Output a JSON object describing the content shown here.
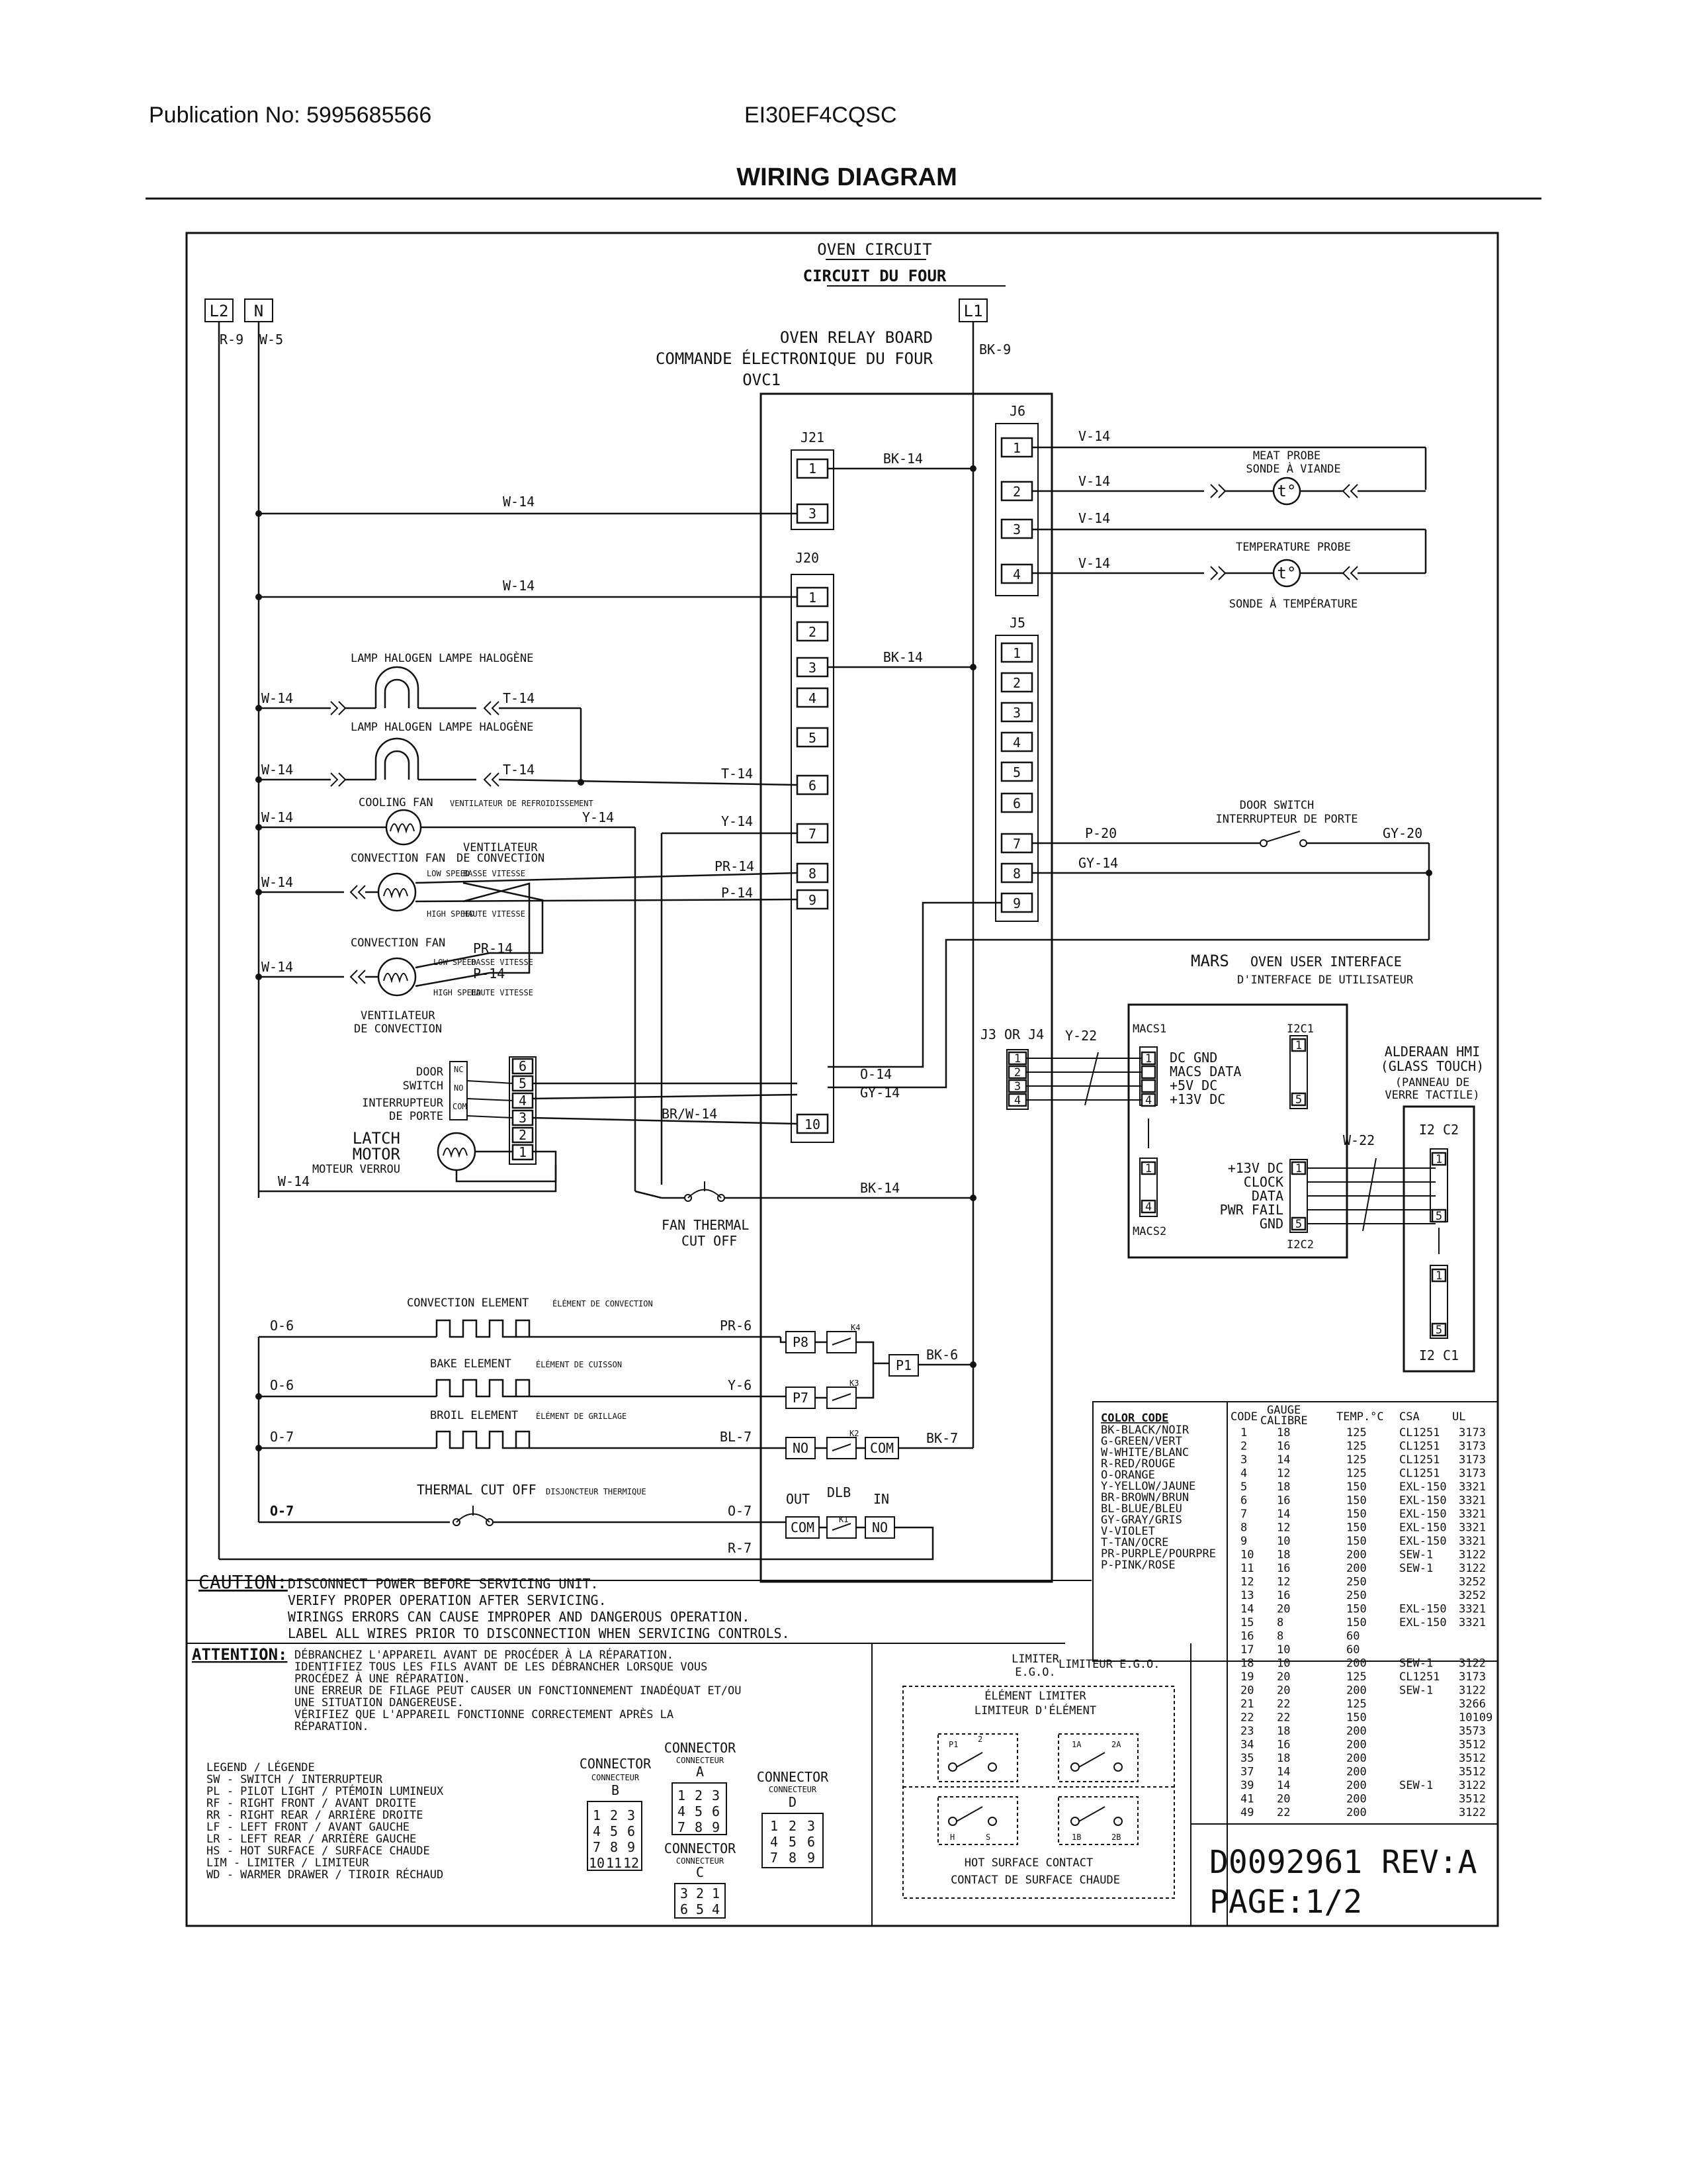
{
  "header": {
    "publication": "Publication No: 5995685566",
    "model": "EI30EF4CQSC",
    "title": "WIRING DIAGRAM"
  },
  "diagram": {
    "circuit_title": "OVEN CIRCUIT",
    "circuit_title_fr": "CIRCUIT DU FOUR",
    "line_l2": "L2",
    "line_n": "N",
    "line_l1": "L1",
    "relay_board": {
      "title": "OVEN RELAY BOARD",
      "title_fr": "COMMANDE ÉLECTRONIQUE DU FOUR",
      "id": "OVC1"
    },
    "connectors": {
      "j21": "J21",
      "j20": "J20",
      "j6": "J6",
      "j5": "J5",
      "j3j4": "J3 OR J4"
    },
    "wires": {
      "r9": "R-9",
      "w5": "W-5",
      "bk9": "BK-9",
      "w14": "W-14",
      "bk14": "BK-14",
      "t14": "T-14",
      "y14": "Y-14",
      "pr14": "PR-14",
      "p14": "P-14",
      "v14": "V-14",
      "p20": "P-20",
      "gy20": "GY-20",
      "gy14": "GY-14",
      "o14": "O-14",
      "brw14": "BR/W-14",
      "y22": "Y-22",
      "w22": "W-22",
      "o6": "O-6",
      "o7": "O-7",
      "pr6": "PR-6",
      "y6": "Y-6",
      "bl7": "BL-7",
      "r7": "R-7",
      "bk6": "BK-6",
      "bk7": "BK-7"
    },
    "components": {
      "meat_probe": "MEAT PROBE",
      "meat_probe_fr": "SONDE À VIANDE",
      "temp_probe": "TEMPERATURE PROBE",
      "temp_probe_fr": "SONDE À TEMPÉRATURE",
      "lamp": "LAMP HALOGEN  LAMPE HALOGÈNE",
      "cooling_fan": "COOLING FAN",
      "cooling_fan_fr": "VENTILATEUR DE REFROIDISSEMENT",
      "conv_fan": "CONVECTION FAN",
      "conv_fan_fr1": "VENTILATEUR",
      "conv_fan_fr2": "DE CONVECTION",
      "conv_fan_b": "CONVECTION FAN",
      "conv_fan_b_fr1": "VENTILATEUR",
      "conv_fan_b_fr2": "DE CONVECTION",
      "low_speed": "LOW SPEED",
      "high_speed": "HIGH SPEED",
      "basse": "BASSE VITESSE",
      "haute": "HAUTE VITESSE",
      "door_switch": "DOOR SWITCH",
      "door_switch_fr": "INTERRUPTEUR DE PORTE",
      "door_switch_b1": "DOOR",
      "door_switch_b2": "SWITCH",
      "door_switch_b3": "INTERRUPTEUR",
      "door_switch_b4": "DE PORTE",
      "nc": "NC",
      "no": "NO",
      "com": "COM",
      "latch1": "LATCH",
      "latch2": "MOTOR",
      "latch_fr": "MOTEUR VERROU",
      "fan_tco1": "FAN THERMAL",
      "fan_tco2": "CUT OFF",
      "conv_elem": "CONVECTION ELEMENT",
      "conv_elem_fr": "ÉLÉMENT DE CONVECTION",
      "bake_elem": "BAKE ELEMENT",
      "bake_elem_fr": "ÉLÉMENT DE CUISSON",
      "broil_elem": "BROIL ELEMENT",
      "broil_elem_fr": "ÉLÉMENT DE GRILLAGE",
      "tco": "THERMAL CUT OFF",
      "tco_fr": "DISJONCTEUR THERMIQUE",
      "out": "OUT",
      "dlb": "DLB",
      "in": "IN"
    },
    "relays": {
      "p8": "P8",
      "p7": "P7",
      "p1": "P1",
      "no": "NO",
      "com": "COM",
      "k4": "K4",
      "k3": "K3",
      "k2": "K2",
      "k1": "K1"
    },
    "ui": {
      "mars": "MARS",
      "title": "OVEN USER INTERFACE",
      "title_fr": "D'INTERFACE DE UTILISATEUR",
      "macs1": "MACS1",
      "macs2": "MACS2",
      "i2c1": "I2C1",
      "i2c2": "I2C2",
      "sig1": [
        "DC GND",
        "MACS DATA",
        "+5V DC",
        "+13V DC"
      ],
      "sig2": [
        "+13V DC",
        "CLOCK",
        "DATA",
        "PWR FAIL",
        "GND"
      ]
    },
    "hmi": {
      "title": "ALDERAAN HMI",
      "sub": "(GLASS TOUCH)",
      "fr1": "(PANNEAU DE",
      "fr2": "VERRE TACTILE)",
      "c2": "I2 C2",
      "c1": "I2 C1"
    },
    "caution": {
      "label": "CAUTION:",
      "lines": [
        "DISCONNECT POWER BEFORE SERVICING UNIT.",
        "VERIFY PROPER OPERATION AFTER SERVICING.",
        "WIRINGS ERRORS CAN CAUSE IMPROPER AND DANGEROUS OPERATION.",
        "LABEL ALL WIRES PRIOR TO DISCONNECTION WHEN SERVICING CONTROLS."
      ]
    },
    "attention": {
      "label": "ATTENTION:",
      "lines": [
        "DÉBRANCHEZ L'APPAREIL AVANT DE PROCÉDER À LA RÉPARATION.",
        "IDENTIFIEZ TOUS LES FILS AVANT DE LES DÉBRANCHER LORSQUE VOUS",
        "PROCÉDEZ À UNE RÉPARATION.",
        "UNE ERREUR DE FILAGE PEUT CAUSER UN FONCTIONNEMENT INADÉQUAT ET/OU",
        "UNE SITUATION DANGEREUSE.",
        "VÉRIFIEZ QUE L'APPAREIL FONCTIONNE CORRECTEMENT APRÈS LA",
        "RÉPARATION."
      ]
    },
    "legend": [
      "LEGEND / LÉGENDE",
      "SW - SWITCH / INTERRUPTEUR",
      "PL - PILOT LIGHT / PTÉMOIN LUMINEUX",
      "RF - RIGHT FRONT / AVANT DROITE",
      "RR - RIGHT REAR / ARRIÈRE DROITE",
      "LF - LEFT FRONT / AVANT GAUCHE",
      "LR - LEFT REAR / ARRIÈRE GAUCHE",
      "HS - HOT SURFACE / SURFACE CHAUDE",
      "LIM - LIMITER / LIMITEUR",
      "WD - WARMER DRAWER / TIROIR RÉCHAUD"
    ],
    "connector_labels": {
      "conn": "CONNECTOR",
      "conn_fr": "CONNECTEUR",
      "a": "A",
      "b": "B",
      "c": "C",
      "d": "D"
    },
    "limiter": {
      "title1": "LIMITER",
      "title2": "E.G.O.",
      "title_fr": "LIMITEUR E.G.O.",
      "elem": "ÉLÉMENT LIMITER",
      "elem_fr": "LIMITEUR D'ÉLÉMENT",
      "hot": "HOT SURFACE CONTACT",
      "hot_fr": "CONTACT DE SURFACE CHAUDE"
    },
    "color_code": {
      "title": "COLOR CODE",
      "items": [
        "BK-BLACK/NOIR",
        "G-GREEN/VERT",
        "W-WHITE/BLANC",
        "R-RED/ROUGE",
        "O-ORANGE",
        "Y-YELLOW/JAUNE",
        "BR-BROWN/BRUN",
        "BL-BLUE/BLEU",
        "GY-GRAY/GRIS",
        "V-VIOLET",
        "T-TAN/OCRE",
        "PR-PURPLE/POURPRE",
        "P-PINK/ROSE"
      ]
    },
    "gauge_table": {
      "headers": [
        "CODE",
        "GAUGE CALIBRE",
        "TEMP.°C",
        "CSA",
        "UL"
      ],
      "rows": [
        [
          "1",
          "18",
          "125",
          "CL1251",
          "3173"
        ],
        [
          "2",
          "16",
          "125",
          "CL1251",
          "3173"
        ],
        [
          "3",
          "14",
          "125",
          "CL1251",
          "3173"
        ],
        [
          "4",
          "12",
          "125",
          "CL1251",
          "3173"
        ],
        [
          "5",
          "18",
          "150",
          "EXL-150",
          "3321"
        ],
        [
          "6",
          "16",
          "150",
          "EXL-150",
          "3321"
        ],
        [
          "7",
          "14",
          "150",
          "EXL-150",
          "3321"
        ],
        [
          "8",
          "12",
          "150",
          "EXL-150",
          "3321"
        ],
        [
          "9",
          "10",
          "150",
          "EXL-150",
          "3321"
        ],
        [
          "10",
          "18",
          "200",
          "SEW-1",
          "3122"
        ],
        [
          "11",
          "16",
          "200",
          "SEW-1",
          "3122"
        ],
        [
          "12",
          "12",
          "250",
          "",
          "3252"
        ],
        [
          "13",
          "16",
          "250",
          "",
          "3252"
        ],
        [
          "14",
          "20",
          "150",
          "EXL-150",
          "3321"
        ],
        [
          "15",
          "8",
          "150",
          "EXL-150",
          "3321"
        ],
        [
          "16",
          "8",
          "60",
          "",
          ""
        ],
        [
          "17",
          "10",
          "60",
          "",
          ""
        ],
        [
          "18",
          "10",
          "200",
          "SEW-1",
          "3122"
        ],
        [
          "19",
          "20",
          "125",
          "CL1251",
          "3173"
        ],
        [
          "20",
          "20",
          "200",
          "SEW-1",
          "3122"
        ],
        [
          "21",
          "22",
          "125",
          "",
          "3266"
        ],
        [
          "22",
          "22",
          "150",
          "",
          "10109"
        ],
        [
          "23",
          "18",
          "200",
          "",
          "3573"
        ],
        [
          "34",
          "16",
          "200",
          "",
          "3512"
        ],
        [
          "35",
          "18",
          "200",
          "",
          "3512"
        ],
        [
          "37",
          "14",
          "200",
          "",
          "3512"
        ],
        [
          "39",
          "14",
          "200",
          "SEW-1",
          "3122"
        ],
        [
          "41",
          "20",
          "200",
          "",
          "3512"
        ],
        [
          "49",
          "22",
          "200",
          "",
          "3122"
        ]
      ]
    },
    "doc": {
      "number": "D0092961 REV:A",
      "page": "PAGE:1/2"
    }
  }
}
